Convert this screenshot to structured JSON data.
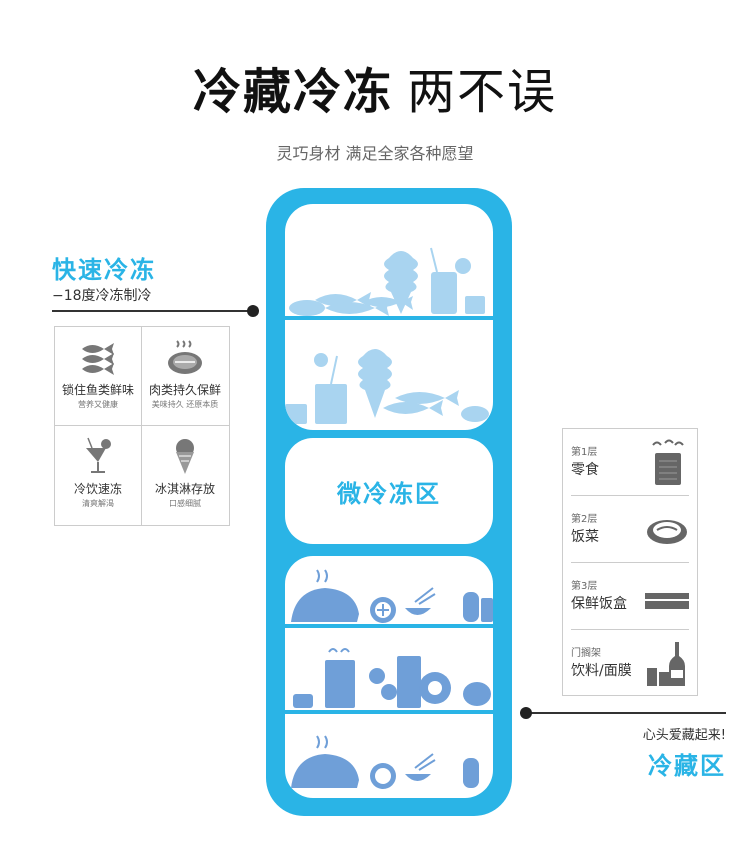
{
  "header": {
    "title_main": "冷藏冷冻",
    "title_tail": "两不误",
    "subtitle": "灵巧身材  满足全家各种愿望"
  },
  "freezer": {
    "label": "快速冷冻",
    "sub": "−18度冷冻制冷",
    "features": [
      {
        "name": "锁住鱼类鲜味",
        "sub": "营养又健康",
        "icon": "fish-icon"
      },
      {
        "name": "肉类持久保鲜",
        "sub": "美味持久 还原本质",
        "icon": "steak-icon"
      },
      {
        "name": "冷饮速冻",
        "sub": "清爽解渴",
        "icon": "cocktail-icon"
      },
      {
        "name": "冰淇淋存放",
        "sub": "口感细腻",
        "icon": "ice-cream-icon"
      }
    ]
  },
  "micro_zone": {
    "label": "微冷冻区"
  },
  "fridge_zone": {
    "label": "冷藏区",
    "sub": "心头爱藏起来!",
    "shelves": [
      {
        "level": "第1层",
        "name": "零食",
        "icon": "snack-bag-icon"
      },
      {
        "level": "第2层",
        "name": "饭菜",
        "icon": "dish-icon"
      },
      {
        "level": "第3层",
        "name": "保鲜饭盒",
        "icon": "lunchbox-icon"
      },
      {
        "level": "门搁架",
        "name": "饮料/面膜",
        "icon": "bottles-icon"
      }
    ]
  },
  "colors": {
    "accent": "#2ab4e6",
    "light_blue": "#a9d4f0",
    "mid_blue": "#6f9fd8",
    "text": "#222222"
  }
}
